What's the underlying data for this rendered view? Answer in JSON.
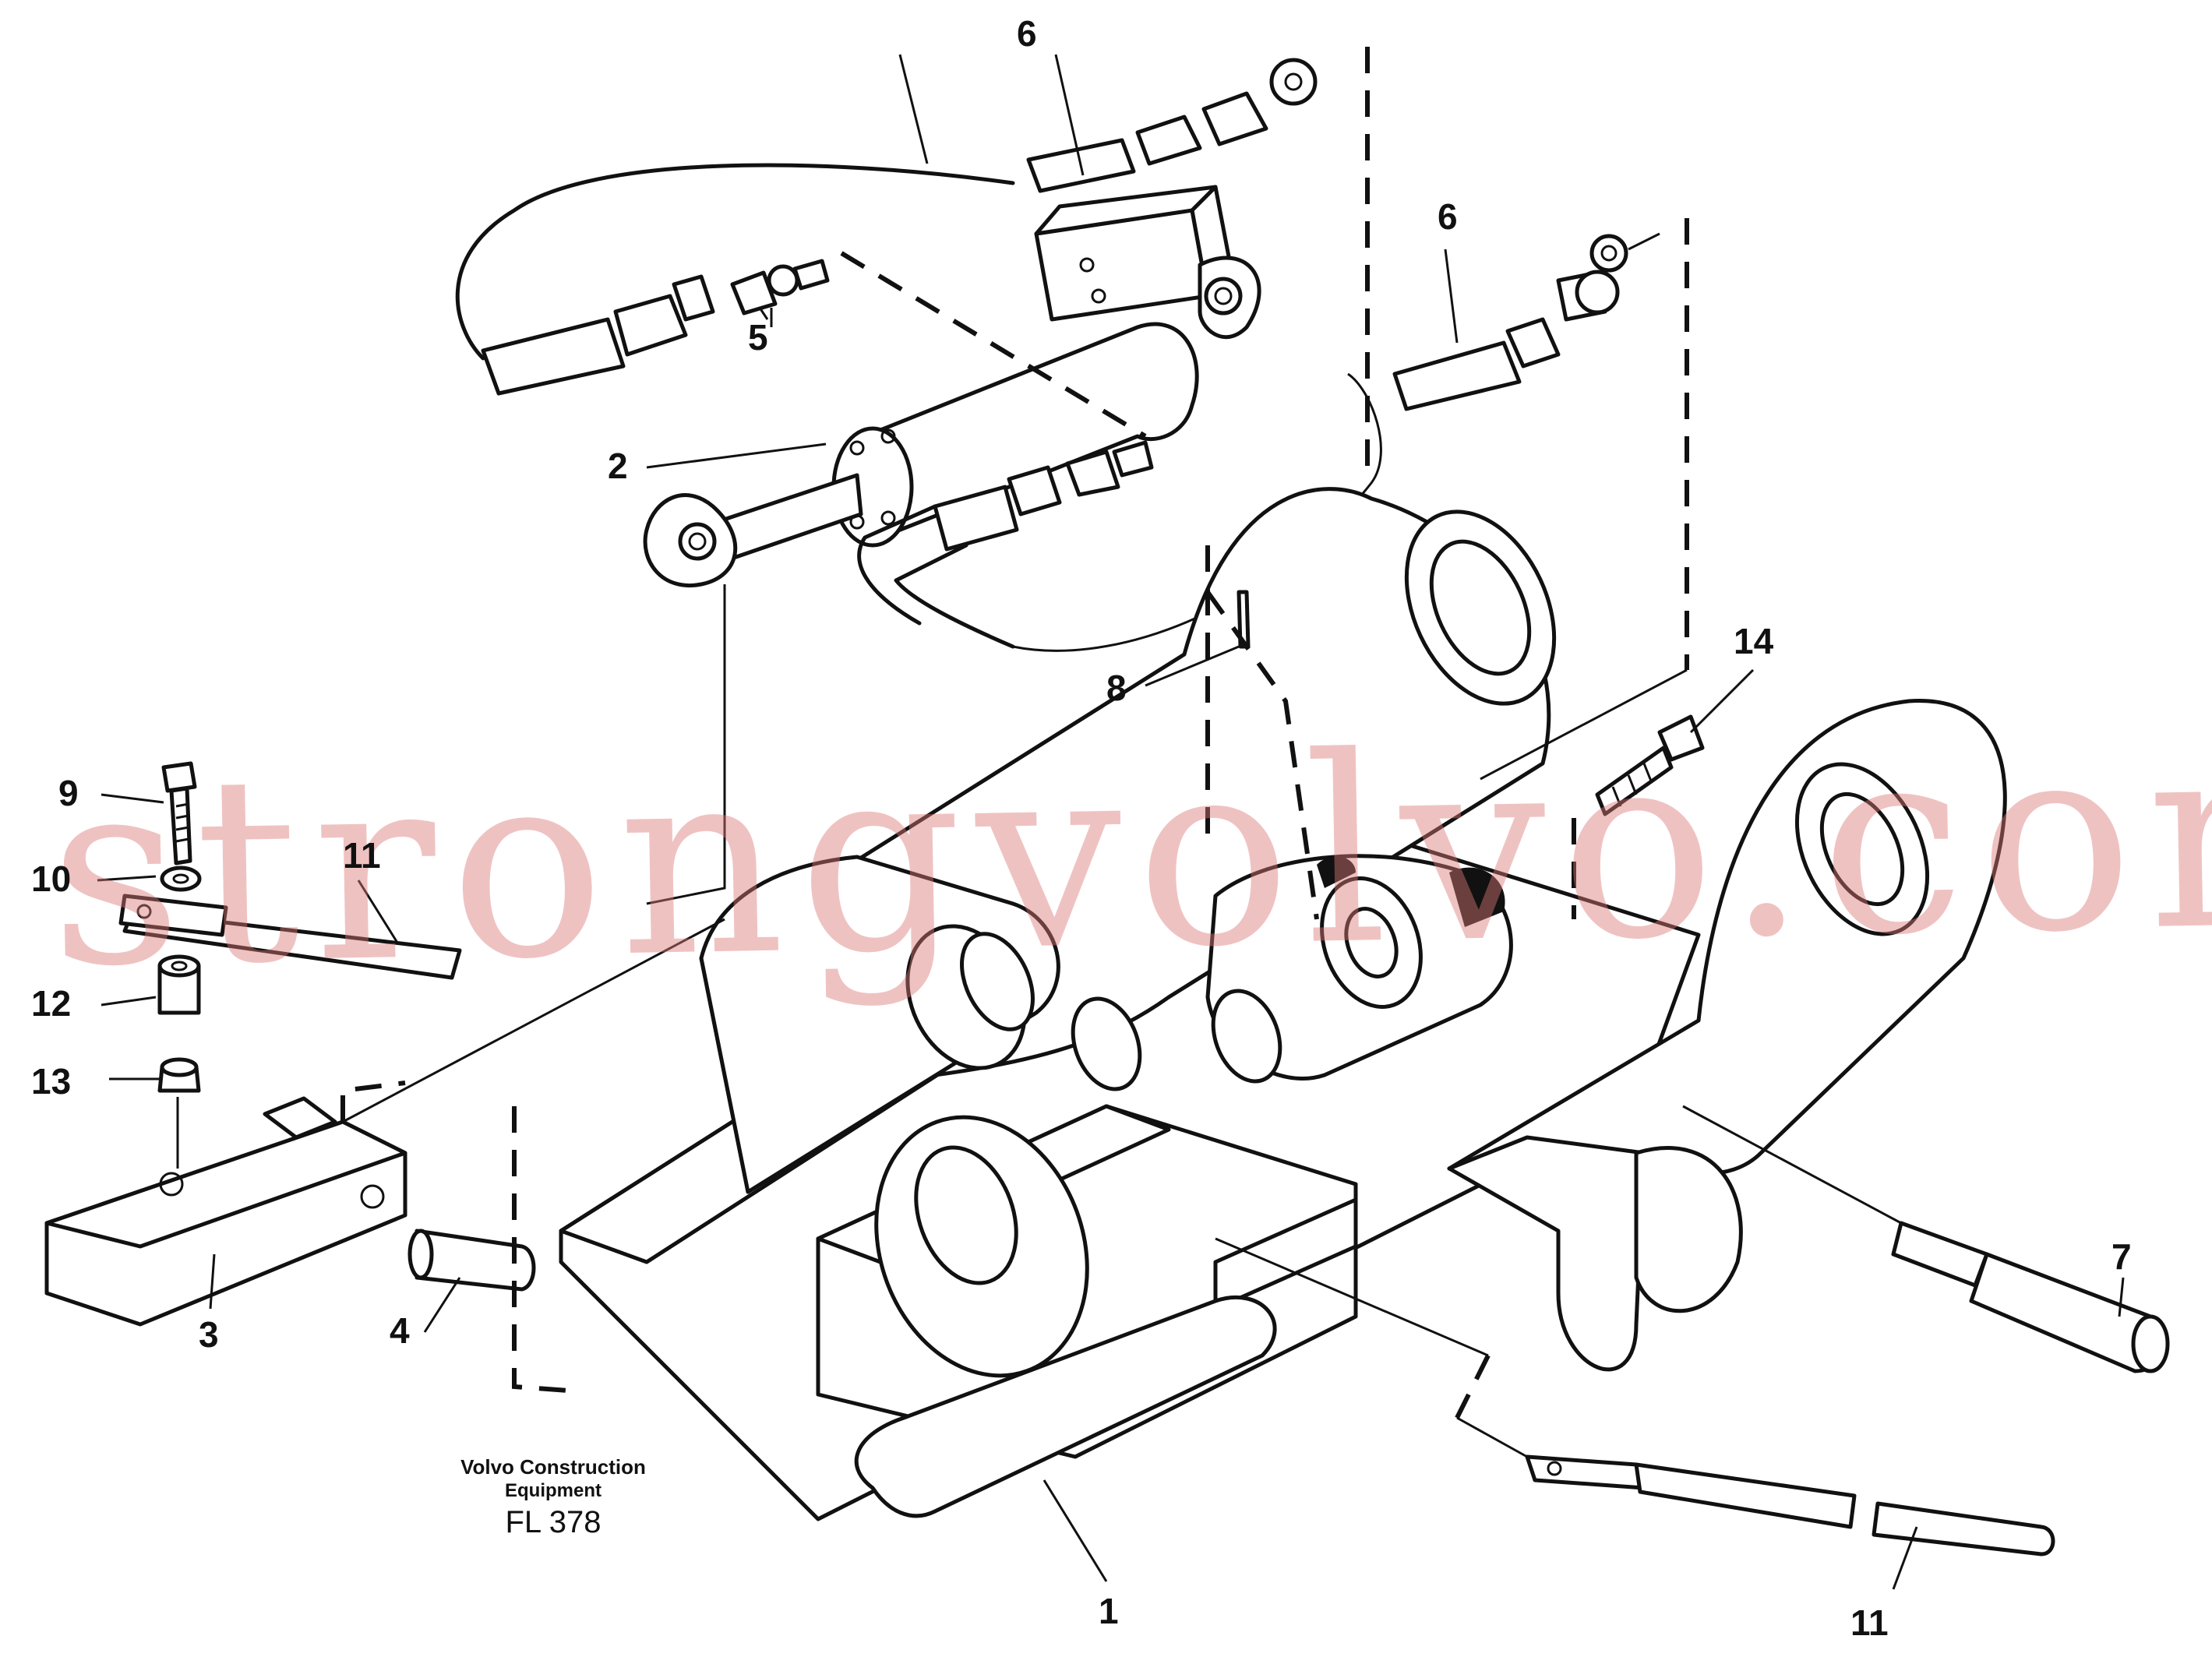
{
  "caption": {
    "line1": "Volvo Construction",
    "line2": "Equipment",
    "code": "FL 378"
  },
  "watermark": "strongvolvo.com",
  "callouts": [
    "1",
    "2",
    "3",
    "4",
    "5",
    "6",
    "6",
    "7",
    "8",
    "9",
    "10",
    "11",
    "11",
    "12",
    "13",
    "14"
  ],
  "colors": {
    "ink": "#111111",
    "background": "#ffffff",
    "watermark": "#dc7878"
  }
}
